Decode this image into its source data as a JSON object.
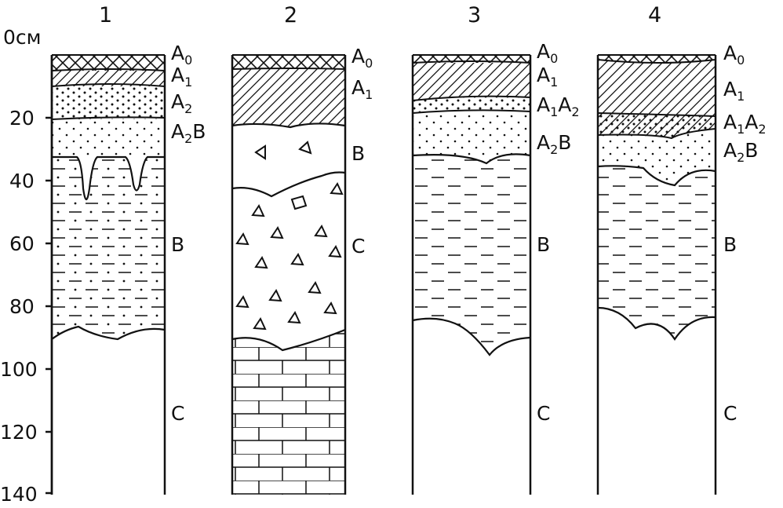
{
  "axis": {
    "unit_label": "0см",
    "tick_labels": [
      "20",
      "40",
      "60",
      "80",
      "100",
      "120",
      "140"
    ]
  },
  "profiles": [
    {
      "number": "1",
      "horizons": [
        {
          "main": "A",
          "sub": "0"
        },
        {
          "main": "A",
          "sub": "1"
        },
        {
          "main": "A",
          "sub": "2"
        },
        {
          "main": "A",
          "sub": "2",
          "tail": "B"
        },
        {
          "main": "B"
        },
        {
          "main": "C"
        }
      ]
    },
    {
      "number": "2",
      "horizons": [
        {
          "main": "A",
          "sub": "0"
        },
        {
          "main": "A",
          "sub": "1"
        },
        {
          "main": "B"
        },
        {
          "main": "C"
        }
      ]
    },
    {
      "number": "3",
      "horizons": [
        {
          "main": "A",
          "sub": "0"
        },
        {
          "main": "A",
          "sub": "1"
        },
        {
          "main": "A",
          "sub": "1",
          "mid": "A",
          "sub2": "2"
        },
        {
          "main": "A",
          "sub": "2",
          "tail": "B"
        },
        {
          "main": "B"
        },
        {
          "main": "C"
        }
      ]
    },
    {
      "number": "4",
      "horizons": [
        {
          "main": "A",
          "sub": "0"
        },
        {
          "main": "A",
          "sub": "1"
        },
        {
          "main": "A",
          "sub": "1",
          "mid": "A",
          "sub2": "2"
        },
        {
          "main": "A",
          "sub": "2",
          "tail": "B"
        },
        {
          "main": "B"
        },
        {
          "main": "C"
        }
      ]
    }
  ]
}
